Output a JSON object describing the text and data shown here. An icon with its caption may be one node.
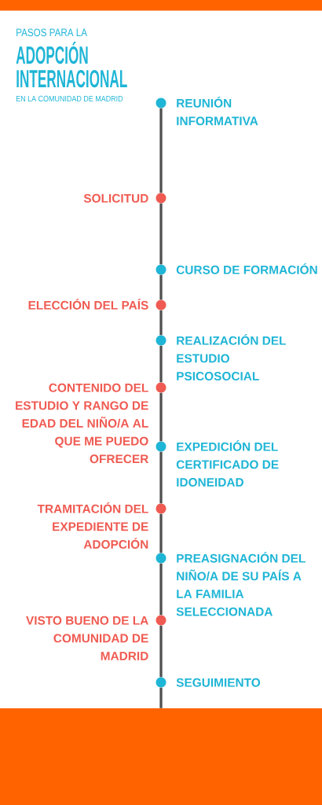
{
  "diagram": {
    "title": "ADOPCIÓN INTERNACIONAL",
    "nodes": [
      {
        "text": [],
        "shape": "circle",
        "beside": [
          "REUNIÓN INFORMATIVA"
        ]
      },
      {
        "text": [],
        "shape": "circle",
        "beside": [
          "SOLICITUD"
        ]
      },
      {
        "text": [],
        "shape": "circle",
        "beside": [
          "CURSO DE FORMACIÓN"
        ]
      },
      {
        "text": [],
        "shape": "circle",
        "beside": [
          "ELECCIÓN DEL PAÍS"
        ]
      },
      {
        "text": [],
        "shape": "circle",
        "beside": [
          "REALIZACIÓN DEL ESTUDIO PSICOSOCIAL"
        ]
      },
      {
        "text": [],
        "shape": "circle",
        "beside": [
          "CONTENIDO DEL ESTUDIO Y RANGO DE EDAD DEL NIÑO/A AL QUE ME PUEDO OFRECER"
        ]
      },
      {
        "text": [],
        "shape": "circle",
        "beside": [
          "EXPEDICIÓN DEL CERTIFICADO DE IDONEIDAD"
        ]
      },
      {
        "text": [],
        "shape": "circle",
        "beside": [
          "TRAMITACIÓN DEL EXPEDIENTE DE ADOPCIÓN"
        ]
      },
      {
        "text": [],
        "shape": "circle",
        "beside": [
          "PREASIGNACIÓN DEL NIÑO/A DE SU PAÍS A LA FAMILIA SELECCIONADA"
        ]
      },
      {
        "text": [],
        "shape": "circle",
        "beside": [
          "VISTO BUENO DE LA COMUNIDAD DE MADRID"
        ]
      },
      {
        "text": [],
        "shape": "circle",
        "beside": [
          "SEGUIMIENTO"
        ]
      },
      {
        "text": [],
        "shape": "bar"
      }
    ],
    "edges": [
      {
        "from": 0,
        "to": 1,
        "arrow": "none"
      },
      {
        "from": 1,
        "to": 2,
        "arrow": "none"
      },
      {
        "from": 2,
        "to": 3,
        "arrow": "none"
      },
      {
        "from": 3,
        "to": 4,
        "arrow": "none"
      },
      {
        "from": 4,
        "to": 5,
        "arrow": "none"
      },
      {
        "from": 5,
        "to": 6,
        "arrow": "none"
      },
      {
        "from": 6,
        "to": 7,
        "arrow": "none"
      },
      {
        "from": 7,
        "to": 8,
        "arrow": "none"
      },
      {
        "from": 8,
        "to": 9,
        "arrow": "none"
      },
      {
        "from": 9,
        "to": 10,
        "arrow": "none"
      },
      {
        "from": 10,
        "to": 11,
        "arrow": "none"
      }
    ],
    "labels": [
      "PASOS PARA LA",
      "EN LA COMUNIDAD DE MADRID"
    ]
  }
}
